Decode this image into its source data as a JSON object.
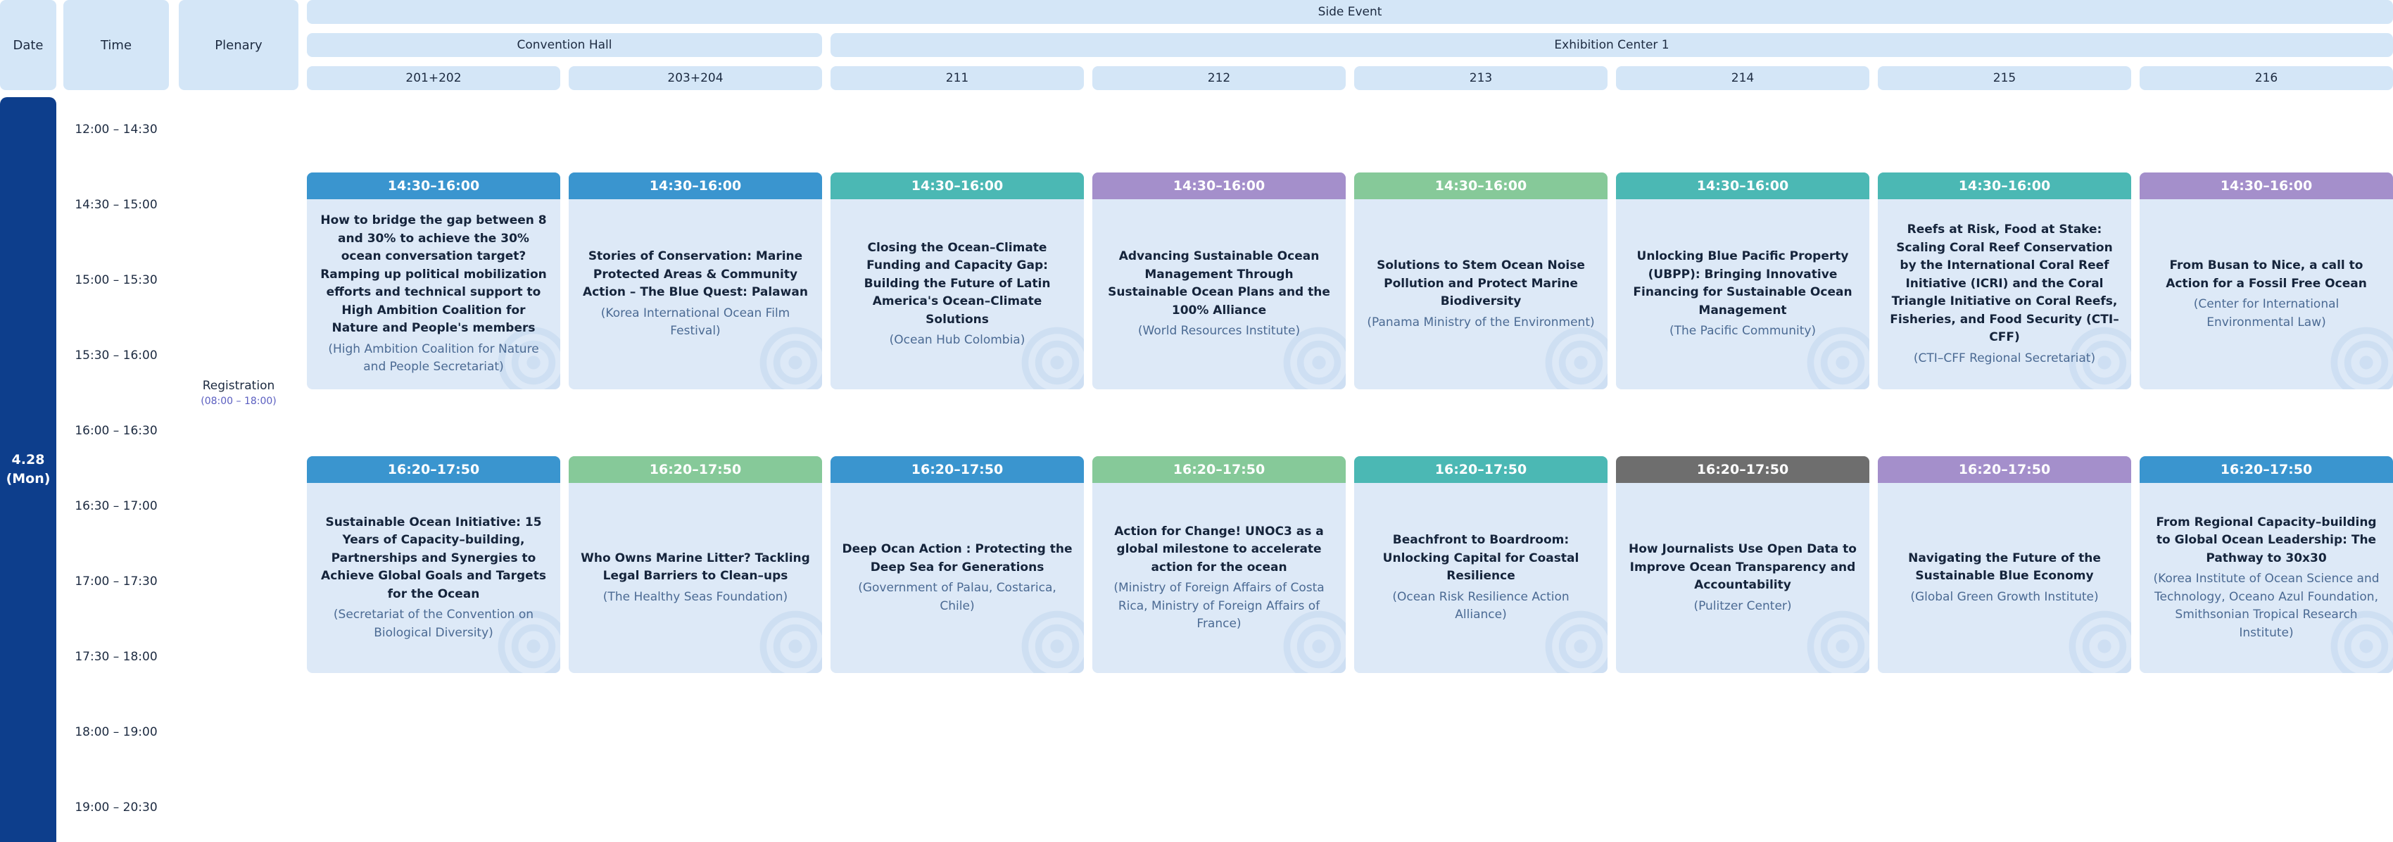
{
  "header": {
    "date": "Date",
    "time": "Time",
    "plenary": "Plenary",
    "side_event": "Side Event",
    "venue_1": "Convention Hall",
    "venue_2": "Exhibition Center 1",
    "rooms": [
      "201+202",
      "203+204",
      "211",
      "212",
      "213",
      "214",
      "215",
      "216"
    ]
  },
  "day": {
    "date": "4.28",
    "weekday": "(Mon)"
  },
  "time_slots": [
    "12:00 – 14:30",
    "14:30 – 15:00",
    "15:00 – 15:30",
    "15:30 – 16:00",
    "16:00 – 16:30",
    "16:30 – 17:00",
    "17:00 – 17:30",
    "17:30 – 18:00",
    "18:00 – 19:00",
    "19:00 – 20:30"
  ],
  "plenary": {
    "label": "Registration",
    "time": "(08:00 – 18:00)"
  },
  "colors": {
    "blue": "#3a95cf",
    "teal": "#4bb8b4",
    "purple": "#a48fcb",
    "green": "#86c999",
    "gray": "#6e6e6e",
    "day_bar": "#0d3e8c",
    "header_cell": "#d4e6f7",
    "card_body": "#dde9f7"
  },
  "sessions_1": [
    {
      "time": "14:30–16:00",
      "color": "blue",
      "title": "How to bridge the gap between 8 and 30% to achieve the 30% ocean conversation target? Ramping up political mobilization efforts and technical support to High Ambition Coalition for Nature and People's members",
      "org": "(High Ambition Coalition for Nature and People Secretariat)"
    },
    {
      "time": "14:30–16:00",
      "color": "blue",
      "title": "Stories of Conservation: Marine Protected Areas & Community Action – The Blue Quest: Palawan",
      "org": "(Korea International Ocean Film Festival)"
    },
    {
      "time": "14:30–16:00",
      "color": "teal",
      "title": "Closing the Ocean–Climate Funding and Capacity Gap: Building the Future of Latin America's Ocean–Climate Solutions",
      "org": "(Ocean Hub Colombia)"
    },
    {
      "time": "14:30–16:00",
      "color": "purple",
      "title": "Advancing Sustainable Ocean Management Through Sustainable Ocean Plans and the 100% Alliance",
      "org": "(World Resources Institute)"
    },
    {
      "time": "14:30–16:00",
      "color": "green",
      "title": "Solutions to Stem Ocean Noise Pollution and Protect Marine Biodiversity",
      "org": "(Panama Ministry of the Environment)"
    },
    {
      "time": "14:30–16:00",
      "color": "teal",
      "title": "Unlocking Blue Pacific Property (UBPP): Bringing Innovative Financing for Sustainable Ocean Management",
      "org": "(The Pacific Community)"
    },
    {
      "time": "14:30–16:00",
      "color": "teal",
      "title": "Reefs at Risk, Food at Stake: Scaling Coral Reef Conservation by the International Coral Reef Initiative (ICRI) and the Coral Triangle Initiative on Coral Reefs, Fisheries, and Food Security (CTI–CFF)",
      "org": "(CTI–CFF Regional Secretariat)"
    },
    {
      "time": "14:30–16:00",
      "color": "purple",
      "title": "From Busan to Nice, a call to Action for a Fossil Free Ocean",
      "org": "(Center for International Environmental Law)"
    }
  ],
  "sessions_2": [
    {
      "time": "16:20–17:50",
      "color": "blue",
      "title": "Sustainable Ocean Initiative: 15 Years of Capacity–building, Partnerships and Synergies to Achieve Global Goals and Targets for the Ocean",
      "org": "(Secretariat of the Convention on Biological Diversity)"
    },
    {
      "time": "16:20–17:50",
      "color": "green",
      "title": "Who Owns Marine Litter? Tackling Legal Barriers to Clean–ups",
      "org": "(The Healthy Seas Foundation)"
    },
    {
      "time": "16:20–17:50",
      "color": "blue",
      "title": "Deep Ocan Action : Protecting the Deep Sea for Generations",
      "org": "(Government of Palau, Costarica, Chile)"
    },
    {
      "time": "16:20–17:50",
      "color": "green",
      "title": "Action for Change! UNOC3 as a global milestone to accelerate action for the ocean",
      "org": "(Ministry of Foreign Affairs of Costa Rica, Ministry of Foreign Affairs of France)"
    },
    {
      "time": "16:20–17:50",
      "color": "teal",
      "title": "Beachfront to Boardroom: Unlocking Capital for Coastal Resilience",
      "org": "(Ocean Risk Resilience Action Alliance)"
    },
    {
      "time": "16:20–17:50",
      "color": "gray",
      "title": "How Journalists Use Open Data to Improve Ocean Transparency and Accountability",
      "org": "(Pulitzer Center)"
    },
    {
      "time": "16:20–17:50",
      "color": "purple",
      "title": "Navigating the Future of the Sustainable Blue Economy",
      "org": "(Global Green Growth Institute)"
    },
    {
      "time": "16:20–17:50",
      "color": "blue",
      "title": "From Regional Capacity–building to Global Ocean Leadership: The Pathway to 30x30",
      "org": "(Korea Institute of Ocean Science and Technology, Oceano Azul Foundation, Smithsonian Tropical Research Institute)"
    }
  ]
}
